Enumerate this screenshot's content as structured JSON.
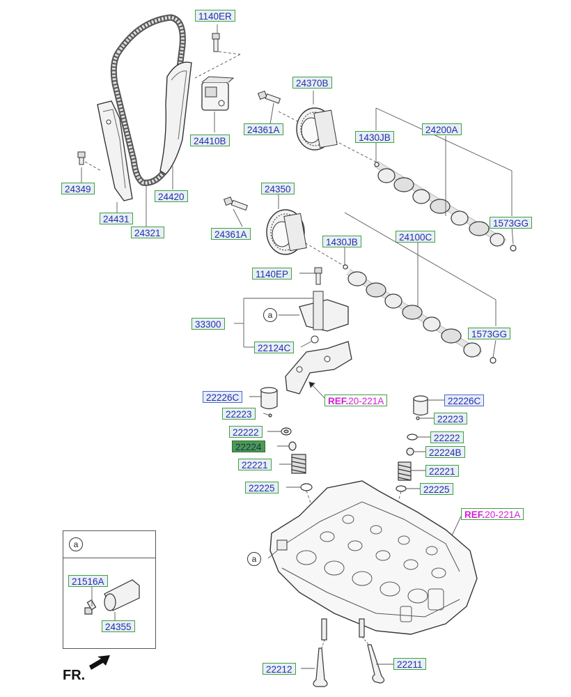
{
  "diagram": {
    "labels": {
      "l1140ER": "1140ER",
      "l24370B": "24370B",
      "l24361A_top": "24361A",
      "l24410B": "24410B",
      "l1430JB_top": "1430JB",
      "l24200A": "24200A",
      "l24349": "24349",
      "l24420": "24420",
      "l24431": "24431",
      "l24321": "24321",
      "l24350": "24350",
      "l1573GG_top": "1573GG",
      "l24361A_bot": "24361A",
      "l1430JB_bot": "1430JB",
      "l24100C": "24100C",
      "l1140EP": "1140EP",
      "l33300": "33300",
      "l1573GG_bot": "1573GG",
      "l22124C": "22124C",
      "l22226C_left": "22226C",
      "l22226C_right": "22226C",
      "l22223_left": "22223",
      "l22223_right": "22223",
      "l22222_left": "22222",
      "l22222_right": "22222",
      "l22224_left": "22224",
      "l22224B": "22224B",
      "l22221_left": "22221",
      "l22221_right": "22221",
      "l22225_left": "22225",
      "l22225_right": "22225",
      "l21516A": "21516A",
      "l24355": "24355",
      "l22212": "22212",
      "l22211": "22211"
    },
    "refs": {
      "ref_mid_prefix": "REF.",
      "ref_mid_num": "20-221A",
      "ref_head_prefix": "REF.",
      "ref_head_num": "20-221A"
    },
    "callouts": {
      "a_tensioner": "a",
      "a_head": "a",
      "a_inset": "a"
    },
    "front_marker": "FR."
  }
}
